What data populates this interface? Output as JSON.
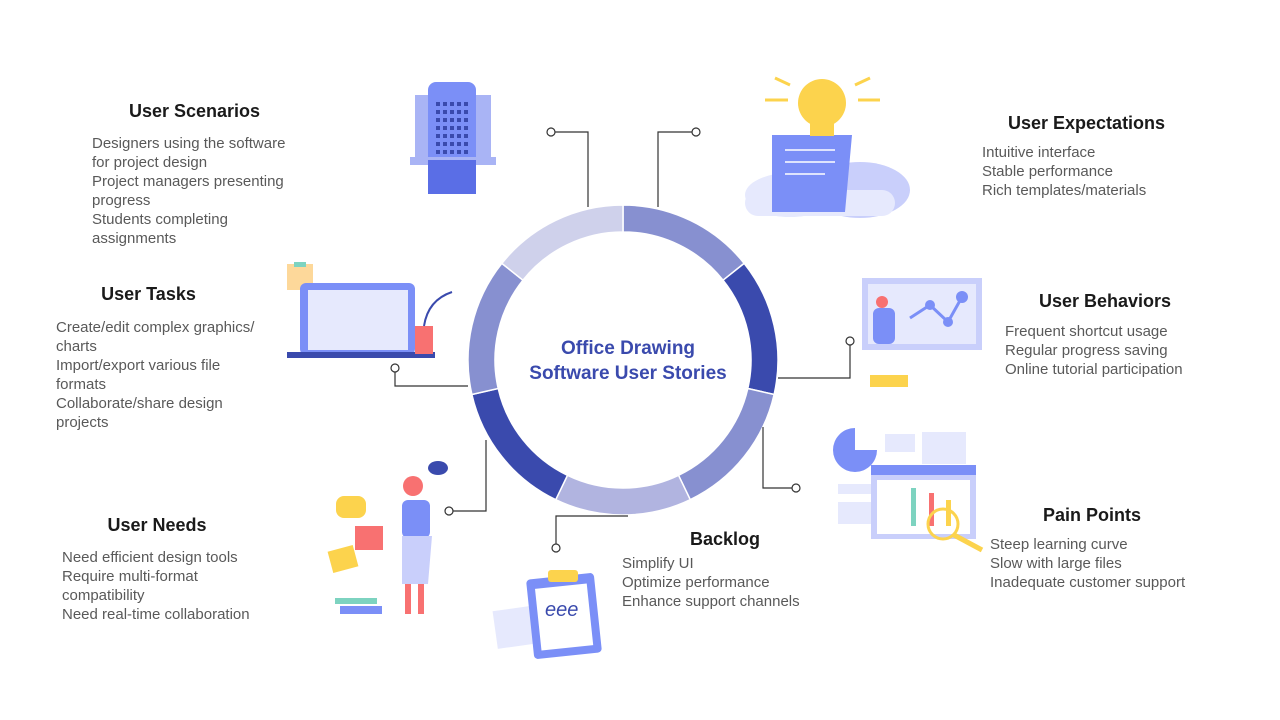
{
  "title": "Office Drawing Software User Stories",
  "colors": {
    "dark": "#3a4aad",
    "mid": "#8790d0",
    "light": "#b1b4e0",
    "pale": "#cfd1eb",
    "accent": "#7b8ff7"
  },
  "segments": [
    "#8790d0",
    "#3a4aad",
    "#8790d0",
    "#b1b4e0",
    "#3a4aad",
    "#8790d0",
    "#cfd1eb"
  ],
  "sections": {
    "scenarios": {
      "title": "User Scenarios",
      "items": [
        "Designers using the software for project design",
        "Project managers presenting progress",
        "Students completing assignments"
      ]
    },
    "tasks": {
      "title": "User Tasks",
      "items": [
        "Create/edit complex graphics/ charts",
        "Import/export various file formats",
        "Collaborate/share design projects"
      ]
    },
    "needs": {
      "title": "User Needs",
      "items": [
        "Need efficient design tools",
        "Require multi-format compatibility",
        "Need real-time collaboration"
      ]
    },
    "backlog": {
      "title": "Backlog",
      "items": [
        "Simplify UI",
        "Optimize performance",
        "Enhance support channels"
      ]
    },
    "pain": {
      "title": "Pain Points",
      "items": [
        "Steep learning curve",
        "Slow with large files",
        "Inadequate customer support"
      ]
    },
    "behaviors": {
      "title": "User Behaviors",
      "items": [
        "Frequent shortcut usage",
        "Regular progress saving",
        "Online tutorial participation"
      ]
    },
    "expectations": {
      "title": "User Expectations",
      "items": [
        "Intuitive interface",
        "Stable performance",
        "Rich templates/materials"
      ]
    }
  }
}
